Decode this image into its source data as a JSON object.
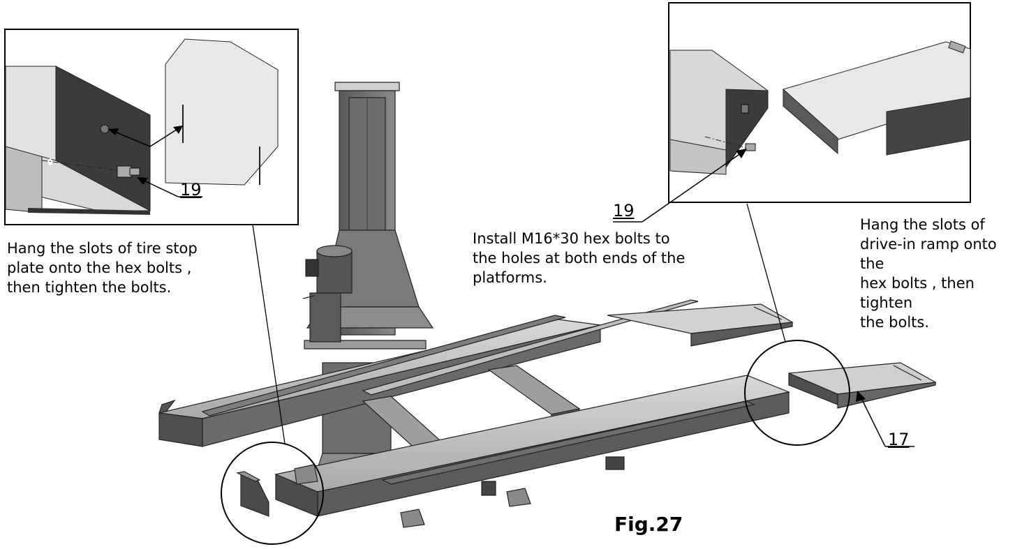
{
  "figure_label": "Fig.27",
  "callouts": {
    "left_detail_bolt": "19",
    "right_detail_bolt": "19",
    "ramp": "17"
  },
  "instructions": {
    "left": "Hang the slots of tire stop\nplate onto the hex bolts ,\nthen tighten the bolts.",
    "middle": "Install M16*30 hex bolts to\nthe holes at both ends of the\nplatforms.",
    "right": "Hang the slots of\ndrive-in ramp onto the\nhex bolts , then tighten\nthe bolts."
  }
}
